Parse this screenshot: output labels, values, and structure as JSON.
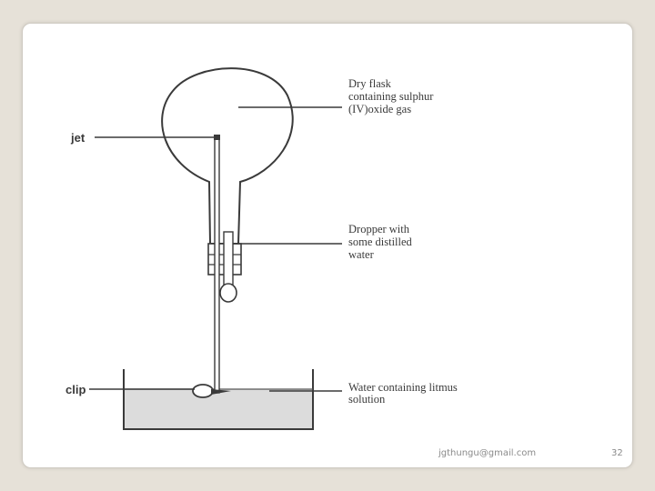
{
  "labels": {
    "jet": "jet",
    "clip": "clip",
    "flask_line1": "Dry flask",
    "flask_line2": "containing sulphur",
    "flask_line3": "(IV)oxide gas",
    "dropper_line1": "Dropper with",
    "dropper_line2": "some distilled",
    "dropper_line3": "water",
    "water_line1": "Water containing litmus",
    "water_line2": "solution"
  },
  "footer": {
    "email": "jgthungu@gmail.com",
    "page_number": "32"
  },
  "colors": {
    "background": "#e6e1d8",
    "slide": "#ffffff",
    "ink": "#3a3a3a",
    "water": "#d9d9d9"
  }
}
